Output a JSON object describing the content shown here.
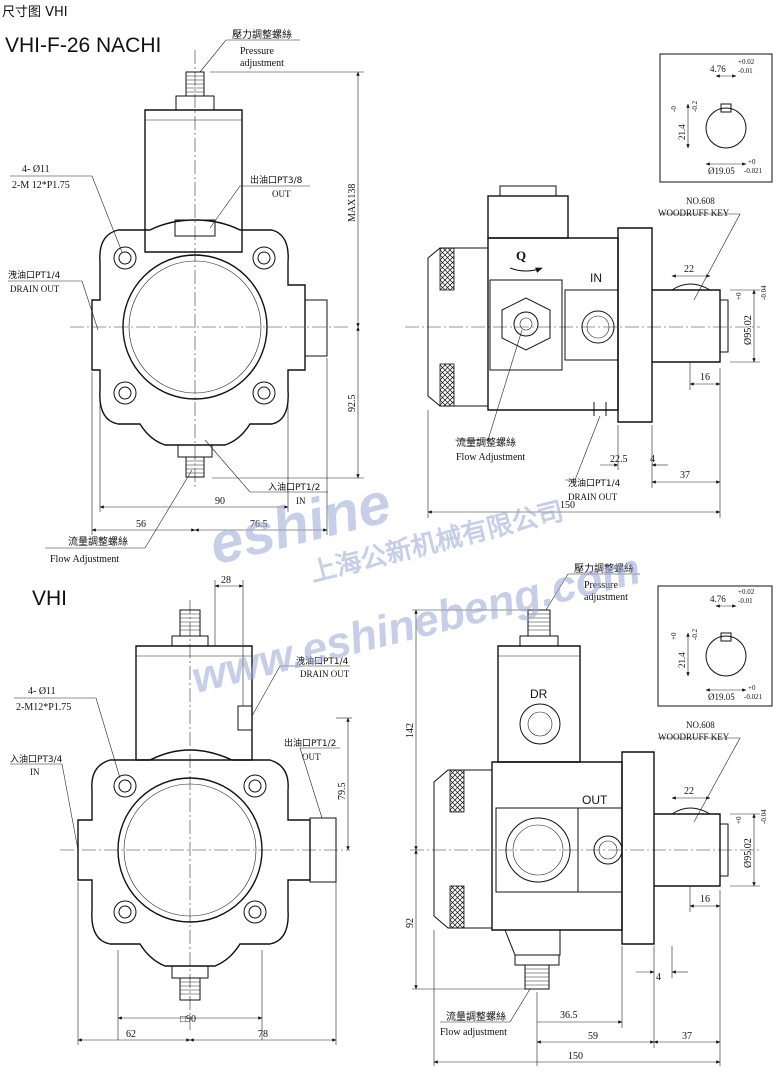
{
  "header": {
    "caption": "尺寸图 VHI"
  },
  "top": {
    "model": "VHI-F-26 NACHI",
    "pressure_cn": "壓力調整螺絲",
    "pressure_en1": "Pressure",
    "pressure_en2": "adjustment",
    "hole_spec1": "4- Ø11",
    "hole_spec2": "2-M 12*P1.75",
    "out_port": "出油口PT3/8",
    "out_label": "OUT",
    "drain_port": "洩油口PT1/4",
    "drain_label": "DRAIN OUT",
    "in_port": "入油口PT1/2",
    "in_label": "IN",
    "flow_cn": "流量調整螺絲",
    "flow_en": "Flow Adjustment",
    "dim_max": "MAX138",
    "dim_925": "92.5",
    "dim_90": "90",
    "dim_56": "56",
    "dim_765": "76.5",
    "side_q": "Q",
    "side_in": "IN",
    "side_flow_cn": "流量調整螺絲",
    "side_flow_en": "Flow  Adjustment",
    "side_drain_port": "洩油口PT1/4",
    "side_drain_label": "DRAIN OUT",
    "dim_225": "22.5",
    "dim_4": "4",
    "dim_37": "37",
    "dim_150": "150",
    "dim_22": "22",
    "dim_16": "16",
    "shaft_dia": "Ø95.02",
    "shaft_tol_up": "+0",
    "shaft_tol_dn": "-0.04",
    "key_no": "NO.608",
    "key_label": "WOODRUFF KEY",
    "key_w": "4.76",
    "key_w_up": "+0.02",
    "key_w_dn": "-0.01",
    "key_h": "21.4",
    "key_h_up": "-0",
    "key_h_dn": "-0.2",
    "key_d": "Ø19.05",
    "key_d_up": "+0",
    "key_d_dn": "-0.021"
  },
  "bottom": {
    "model": "VHI",
    "dim_28": "28",
    "drain_port": "洩油口PT1/4",
    "drain_label": "DRAIN OUT",
    "hole_spec1": "4- Ø11",
    "hole_spec2": "2-M12*P1.75",
    "in_port": "入油口PT3/4",
    "in_label": "IN",
    "out_port": "出油口PT1/2",
    "out_label": "OUT",
    "dim_795": "79.5",
    "dim_90": "□90",
    "dim_62": "62",
    "dim_78": "78",
    "pressure_cn": "壓力調整螺絲",
    "pressure_en1": "Pressure",
    "pressure_en2": "adjustment",
    "dim_142": "142",
    "dim_92": "92",
    "side_dr": "DR",
    "side_out": "OUT",
    "flow_cn": "流量調整螺絲",
    "flow_en": "Flow  adjustment",
    "dim_365": "36.5",
    "dim_59": "59",
    "dim_37": "37",
    "dim_150": "150",
    "dim_4": "4",
    "dim_22": "22",
    "dim_16": "16",
    "shaft_dia": "Ø95.02",
    "shaft_tol_up": "+0",
    "shaft_tol_dn": "-0.04",
    "key_no": "NO.608",
    "key_label": "WOODRUFF KEY",
    "key_w": "4.76",
    "key_w_up": "+0.02",
    "key_w_dn": "-0.01",
    "key_h": "21.4",
    "key_h_up": "+0",
    "key_h_dn": "-0.2",
    "key_d": "Ø19.05",
    "key_d_up": "+0",
    "key_d_dn": "-0.021"
  },
  "watermark": {
    "brand": "eshine",
    "company": "上海公新机械有限公司",
    "site": "www.eshinebeng.com"
  }
}
